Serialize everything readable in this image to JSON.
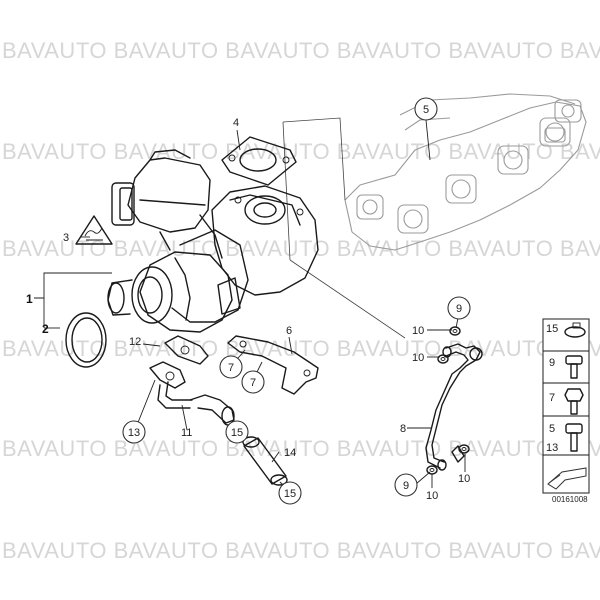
{
  "watermark": "BAVAUTO BAVAUTO BAVAUTO BAVAUTO BAVAUTO BAVAUTO",
  "callouts": {
    "p1": "1",
    "p2": "2",
    "p3": "3",
    "p4": "4",
    "p5": "5",
    "p6": "6",
    "p7a": "7",
    "p7b": "7",
    "p8": "8",
    "p9a": "9",
    "p9b": "9",
    "p10a": "10",
    "p10b": "10",
    "p10c": "10",
    "p10d": "10",
    "p11": "11",
    "p12": "12",
    "p13": "13",
    "p14": "14",
    "p15a": "15",
    "p15b": "15"
  },
  "legend": [
    "15",
    "9",
    "7",
    "5",
    "13"
  ],
  "document_number": "00161008"
}
